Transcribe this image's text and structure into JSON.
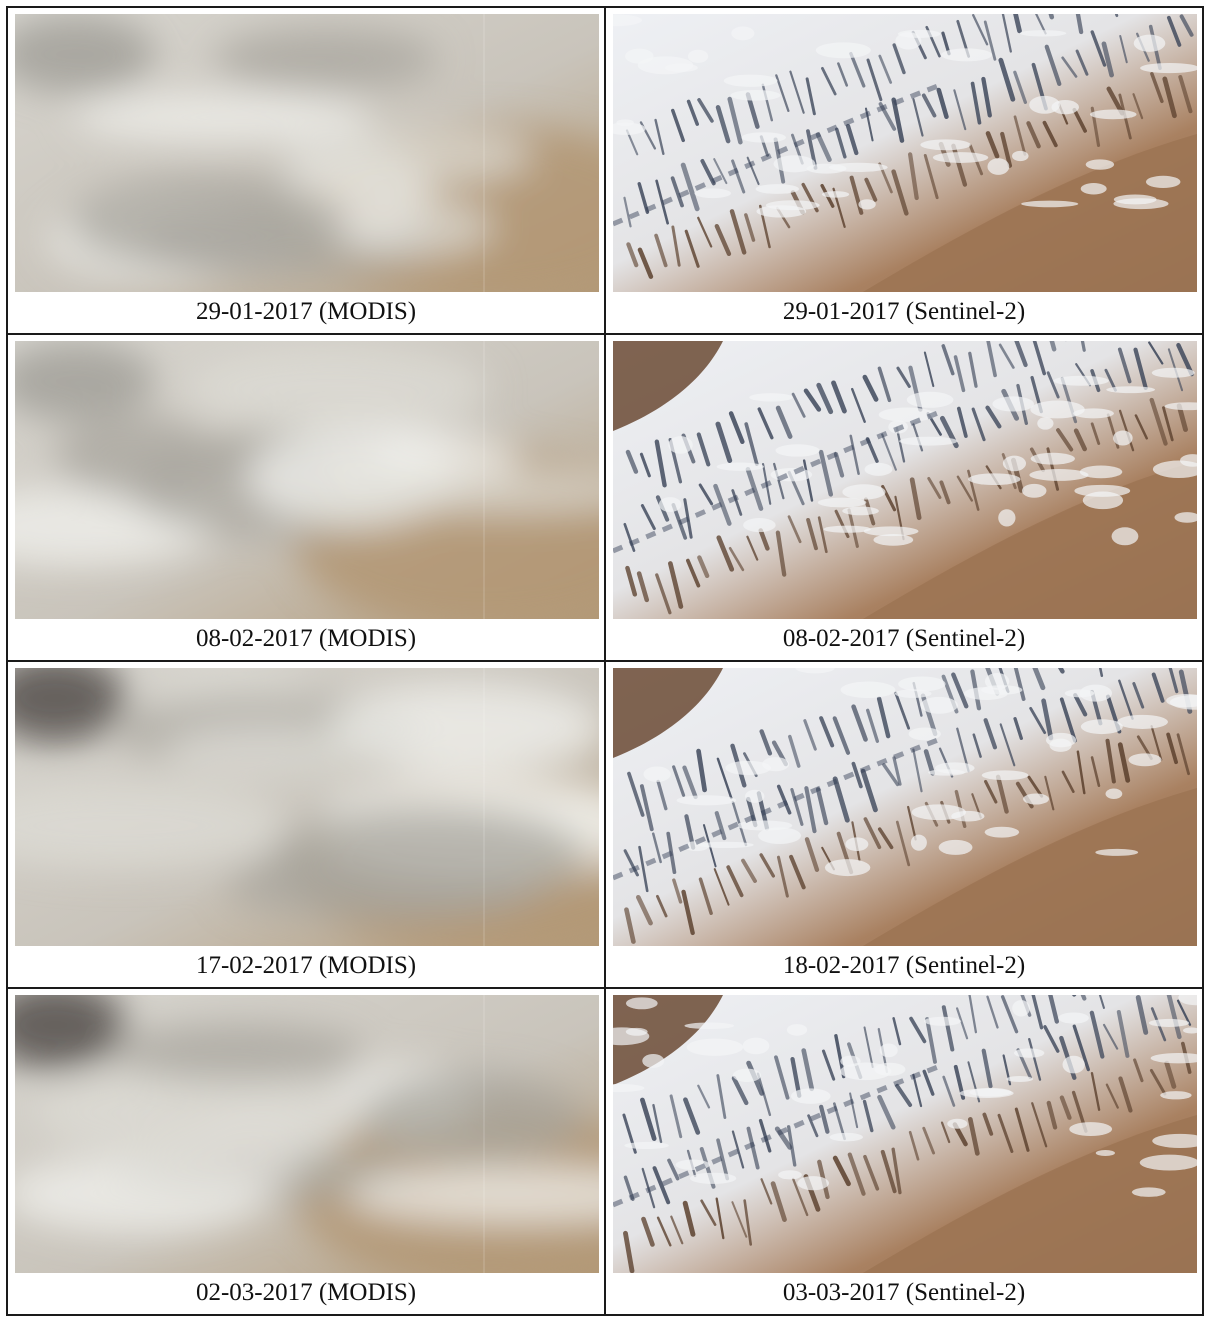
{
  "figure": {
    "rows": [
      {
        "modis": {
          "caption": "29-01-2017 (MODIS)",
          "icon": "modis-cloudy-satellite-image"
        },
        "sentinel": {
          "caption": "29-01-2017 (Sentinel-2)",
          "icon": "sentinel2-snow-mountain-image"
        }
      },
      {
        "modis": {
          "caption": "08-02-2017 (MODIS)",
          "icon": "modis-cloudy-satellite-image"
        },
        "sentinel": {
          "caption": "08-02-2017 (Sentinel-2)",
          "icon": "sentinel2-snow-mountain-image"
        }
      },
      {
        "modis": {
          "caption": "17-02-2017 (MODIS)",
          "icon": "modis-cloudy-satellite-image"
        },
        "sentinel": {
          "caption": "18-02-2017 (Sentinel-2)",
          "icon": "sentinel2-snow-mountain-image"
        }
      },
      {
        "modis": {
          "caption": "02-03-2017 (MODIS)",
          "icon": "modis-cloudy-satellite-image"
        },
        "sentinel": {
          "caption": "03-03-2017 (Sentinel-2)",
          "icon": "sentinel2-snow-mountain-image"
        }
      }
    ],
    "colors": {
      "border": "#1a1a1a",
      "snow": "#f4f5f7",
      "rock": "#9c7454",
      "shadow": "#3a4458",
      "haze": "#c9c4bb",
      "dust": "#b39a78"
    }
  }
}
